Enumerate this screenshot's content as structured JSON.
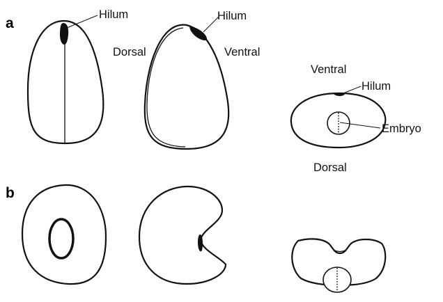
{
  "panels": {
    "a": "a",
    "b": "b"
  },
  "labels": {
    "hilum": "Hilum",
    "dorsal": "Dorsal",
    "ventral": "Ventral",
    "embryo": "Embryo"
  },
  "colors": {
    "ink": "#111111",
    "background": "#ffffff"
  }
}
